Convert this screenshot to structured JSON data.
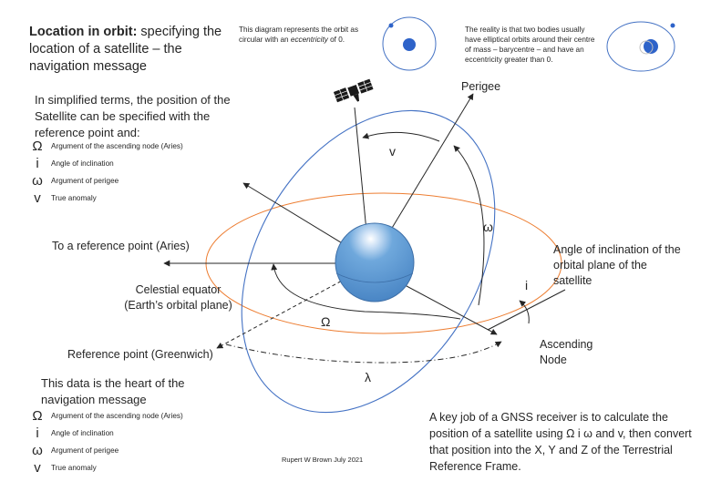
{
  "title_bold": "Location in orbit:",
  "title_rest": " specifying the location of a satellite – the navigation message",
  "intro": "In simplified terms, the position of the Satellite can be specified with the reference point and:",
  "legend": [
    {
      "symbol": "Ω",
      "label": "Argument of the ascending node (Aries)"
    },
    {
      "symbol": "i",
      "label": "Angle of inclination"
    },
    {
      "symbol": "ω",
      "label": "Argument of perigee"
    },
    {
      "symbol": "v",
      "label": "True anomaly"
    }
  ],
  "heart": "This data is the heart of the navigation message",
  "note_circular_prefix": "This diagram represents the orbit as circular with an ",
  "note_circular_em": "eccentricity",
  "note_circular_suffix": " of 0.",
  "note_elliptical": "The reality is that two bodies usually have elliptical orbits around their centre of mass – barycentre – and have an eccentricity greater than 0.",
  "key_job": "A key job of a GNSS receiver is to calculate the position of a satellite using Ω i ω and v, then convert that position into the X, Y and Z of the Terrestrial Reference Frame.",
  "credit": "Rupert W Brown July 2021",
  "labels": {
    "aries": "To a reference point (Aries)",
    "equator": "Celestial equator (Earth’s orbital plane)",
    "greenwich": "Reference point (Greenwich)",
    "perigee": "Perigee",
    "ascending": "Ascending Node",
    "inclination": "Angle of inclination of the orbital plane of the satellite"
  },
  "greek": {
    "nu": "v",
    "omega": "ω",
    "Omega": "Ω",
    "lambda": "λ",
    "i": "i"
  },
  "colors": {
    "earth": "#5b9bd5",
    "orbit": "#4472c4",
    "equator": "#ed7d31",
    "lines": "#262626"
  }
}
